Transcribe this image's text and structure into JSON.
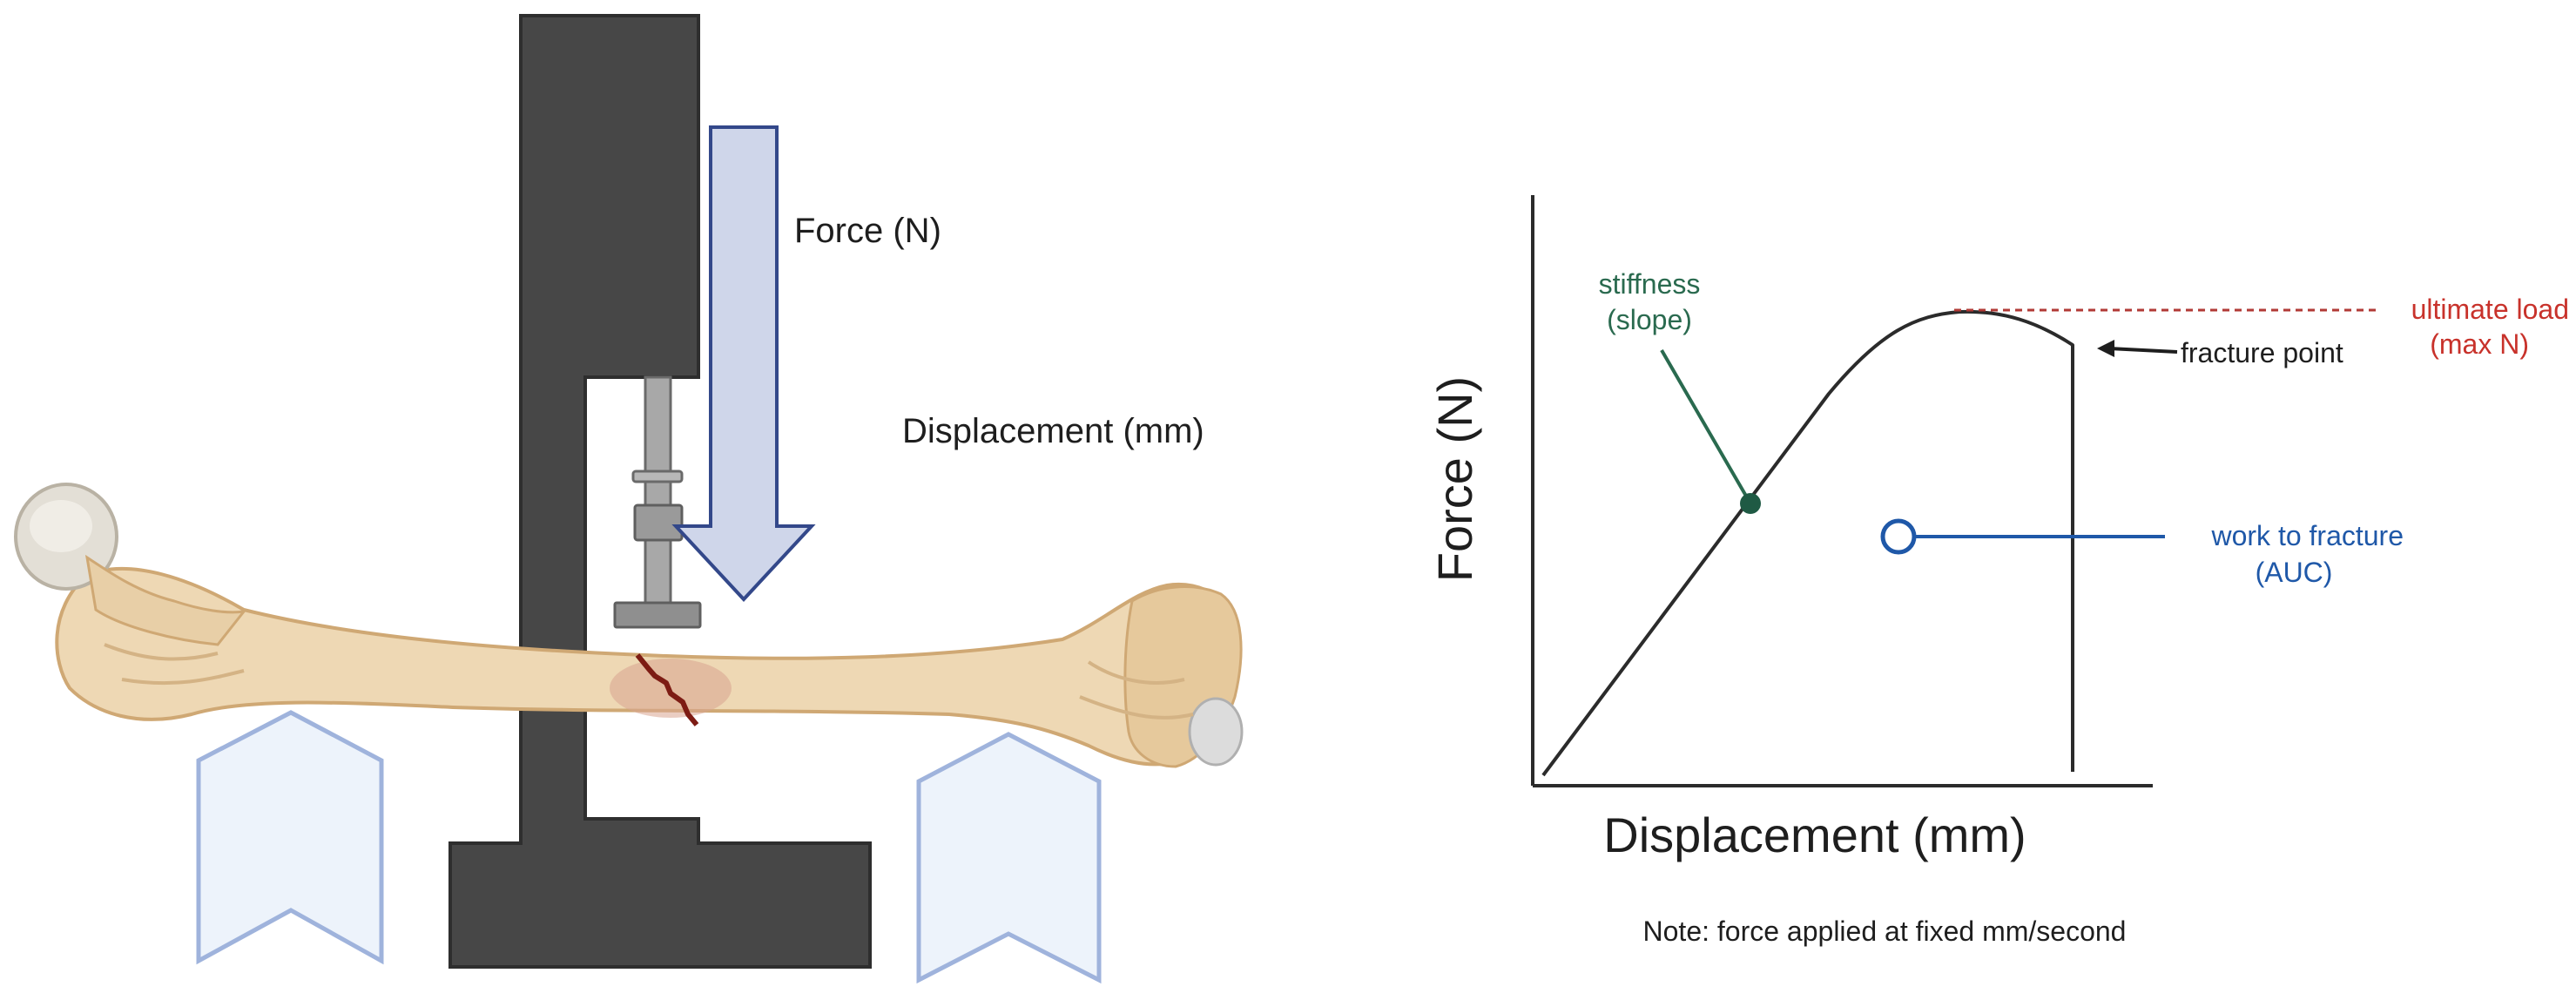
{
  "left_panel": {
    "force_label": "Force (N)",
    "displacement_label": "Displacement (mm)"
  },
  "graph": {
    "y_axis_label": "Force (N)",
    "x_axis_label": "Displacement (mm)",
    "stiffness_line1": "stiffness",
    "stiffness_line2": "(slope)",
    "ultimate_line1": "ultimate load",
    "ultimate_line2": "(max N)",
    "fracture_label": "fracture point",
    "work_line1": "work to fracture",
    "work_line2": "(AUC)",
    "note": "Note: force applied at fixed mm/second"
  },
  "colors": {
    "machine": "#474747",
    "arrow_fill": "#cfd6ea",
    "arrow_stroke": "#33488a",
    "support_fill": "#edf3fb",
    "support_stroke": "#9fb3dc",
    "bone": "#eed8b4",
    "bone_shade": "#cfa874",
    "fracture": "#7d1c14",
    "stiffness": "#2a6a4f",
    "ultimate": "#c8322b",
    "work": "#1f58a8",
    "axis": "#2b2b2b"
  }
}
